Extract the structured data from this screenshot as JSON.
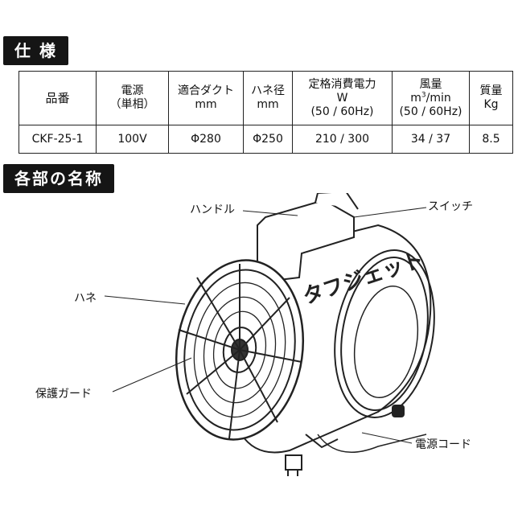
{
  "spec": {
    "heading": "仕 様",
    "headers": [
      {
        "main": "品番",
        "sub": "",
        "sub2": ""
      },
      {
        "main": "電源",
        "sub": "（単相）",
        "sub2": ""
      },
      {
        "main": "適合ダクト",
        "sub": "mm",
        "sub2": ""
      },
      {
        "main": "ハネ径",
        "sub": "mm",
        "sub2": ""
      },
      {
        "main": "定格消費電力",
        "sub": "W",
        "sub2": "(50 / 60Hz)"
      },
      {
        "main": "風量",
        "sub_prefix": "m",
        "sub_sup": "3",
        "sub_suffix": "/min",
        "sub2": "(50 / 60Hz)"
      },
      {
        "main": "質量",
        "sub": "Kg",
        "sub2": ""
      }
    ],
    "row": [
      "CKF-25-1",
      "100V",
      "Φ280",
      "Φ250",
      "210 / 300",
      "34 / 37",
      "8.5"
    ]
  },
  "parts": {
    "heading": "各部の名称",
    "labels": {
      "handle": "ハンドル",
      "switch": "スイッチ",
      "blade": "ハネ",
      "guard": "保護ガード",
      "cord": "電源コード"
    },
    "brand_logo": "タフジェット"
  }
}
